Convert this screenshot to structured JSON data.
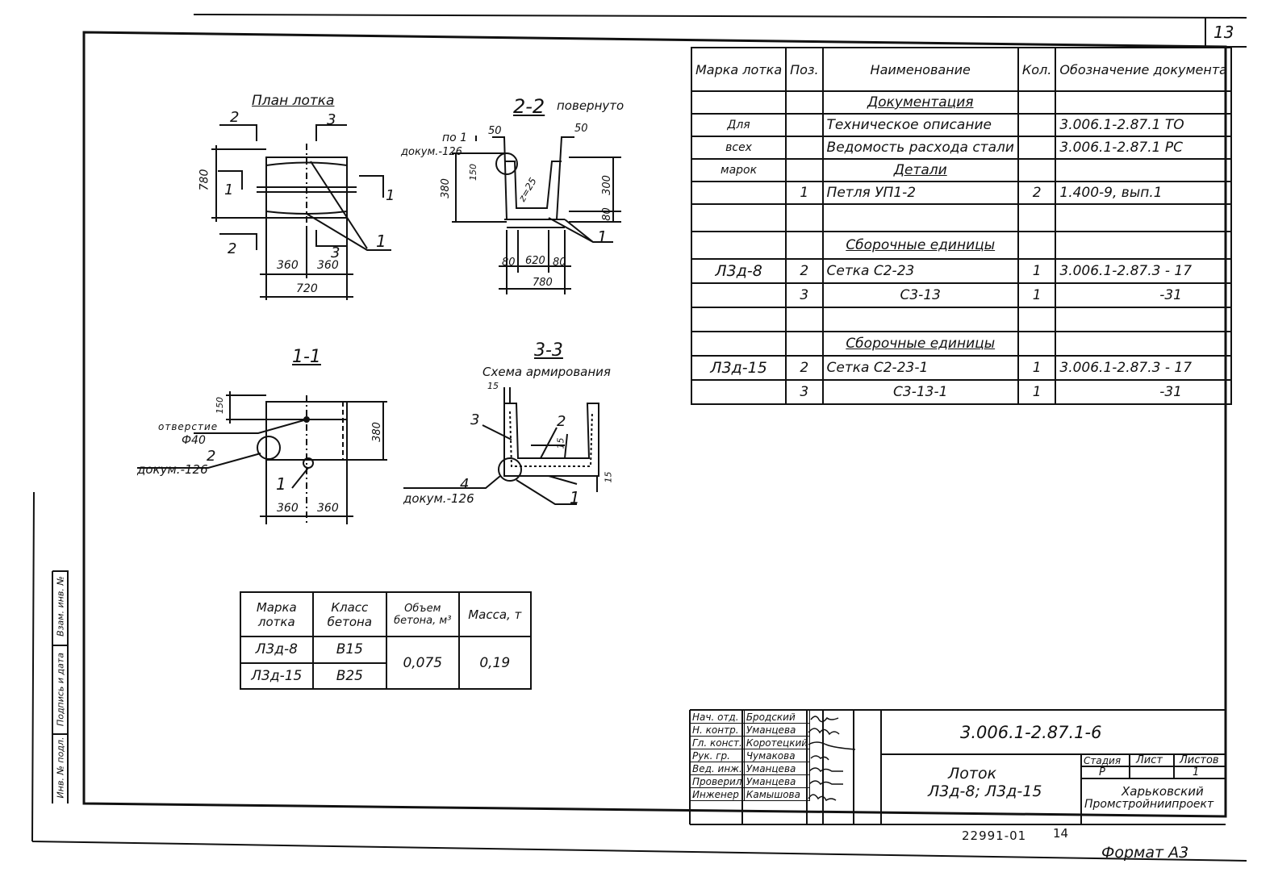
{
  "sheet_number": "13",
  "plan": {
    "title": "План лотка",
    "cut_marks": {
      "a": "2",
      "b": "3",
      "c": "1"
    },
    "dims": {
      "height": "780",
      "left": "360",
      "right": "360",
      "total": "720"
    },
    "pos_label": "1"
  },
  "section_2_2": {
    "title": "2-2",
    "subtitle": "повернуто",
    "ref_top": "по 1",
    "ref_doc": "докум.-126",
    "dims": {
      "top_left": "50",
      "top_right": "50",
      "d150": "150",
      "d380": "380",
      "z25": "z=25",
      "d300": "300",
      "d80": "80",
      "b_left": "80",
      "b_mid": "620",
      "b_right": "80",
      "b_total": "780"
    },
    "pos_label": "1"
  },
  "section_1_1": {
    "title": "1-1",
    "hole_label": "отверстие",
    "hole_dia": "Ф40",
    "pos2": "2",
    "doc_ref": "докум.-126",
    "pos1": "1",
    "dims": {
      "d150": "150",
      "d380": "380",
      "left": "360",
      "right": "360"
    }
  },
  "section_3_3": {
    "title": "3-3",
    "subtitle": "Схема армирования",
    "dim15_top": "15",
    "pos3": "3",
    "pos2": "2",
    "dim15_mid": "15",
    "pos4": "4",
    "doc_ref": "докум.-126",
    "pos1": "1",
    "dim15_right": "15"
  },
  "spec_table": {
    "headers": [
      "Марка лотка",
      "Поз.",
      "Наименование",
      "Кол.",
      "Обозначение документа"
    ],
    "rows": [
      {
        "mark": "",
        "pos": "",
        "name": "Документация",
        "qty": "",
        "doc": "",
        "heading": true
      },
      {
        "mark": "Для",
        "pos": "",
        "name": "Техническое описание",
        "qty": "",
        "doc": "3.006.1-2.87.1 ТО"
      },
      {
        "mark": "всех",
        "pos": "",
        "name": "Ведомость расхода стали",
        "qty": "",
        "doc": "3.006.1-2.87.1 РС"
      },
      {
        "mark": "марок",
        "pos": "",
        "name": "Детали",
        "qty": "",
        "doc": "",
        "heading": true
      },
      {
        "mark": "",
        "pos": "1",
        "name": "Петля УП1-2",
        "qty": "2",
        "doc": "1.400-9, вып.1"
      },
      {
        "mark": "",
        "pos": "",
        "name": "",
        "qty": "",
        "doc": ""
      },
      {
        "mark": "",
        "pos": "",
        "name": "Сборочные единицы",
        "qty": "",
        "doc": "",
        "heading": true
      },
      {
        "mark": "Л3д-8",
        "pos": "2",
        "name": "Сетка С2-23",
        "qty": "1",
        "doc": "3.006.1-2.87.3 - 17"
      },
      {
        "mark": "",
        "pos": "3",
        "name": "С3-13",
        "qty": "1",
        "doc": "-31"
      },
      {
        "mark": "",
        "pos": "",
        "name": "",
        "qty": "",
        "doc": ""
      },
      {
        "mark": "",
        "pos": "",
        "name": "Сборочные единицы",
        "qty": "",
        "doc": "",
        "heading": true
      },
      {
        "mark": "Л3д-15",
        "pos": "2",
        "name": "Сетка С2-23-1",
        "qty": "1",
        "doc": "3.006.1-2.87.3 - 17"
      },
      {
        "mark": "",
        "pos": "3",
        "name": "С3-13-1",
        "qty": "1",
        "doc": "-31"
      }
    ]
  },
  "char_table": {
    "headers": [
      "Марка лотка",
      "Класс бетона",
      "Объем бетона, м³",
      "Масса, т"
    ],
    "rows": [
      {
        "mark": "Л3д-8",
        "class": "В15"
      },
      {
        "mark": "Л3д-15",
        "class": "В25"
      }
    ],
    "volume": "0,075",
    "mass": "0,19"
  },
  "side_stamp": [
    "Инв. № подл.",
    "Подпись и дата",
    "Взам. инв. №"
  ],
  "title_block": {
    "signers": [
      {
        "role": "Нач. отд.",
        "name": "Бродский"
      },
      {
        "role": "Н. контр.",
        "name": "Уманцева"
      },
      {
        "role": "Гл. конст.",
        "name": "Коротецкий"
      },
      {
        "role": "Рук. гр.",
        "name": "Чумакова"
      },
      {
        "role": "Вед. инж.",
        "name": "Уманцева"
      },
      {
        "role": "Проверил",
        "name": "Уманцева"
      },
      {
        "role": "Инженер",
        "name": "Камышова"
      }
    ],
    "doc_code": "3.006.1-2.87.1-6",
    "name_line1": "Лоток",
    "name_line2": "Л3д-8; Л3д-15",
    "stage_h": "Стадия",
    "sheet_h": "Лист",
    "sheets_h": "Листов",
    "stage": "Р",
    "sheet": "1",
    "org_line1": "Харьковский",
    "org_line2": "Промстройниипроект"
  },
  "bottom": {
    "inventory": "22991-01",
    "page": "14",
    "format": "Формат А3"
  }
}
